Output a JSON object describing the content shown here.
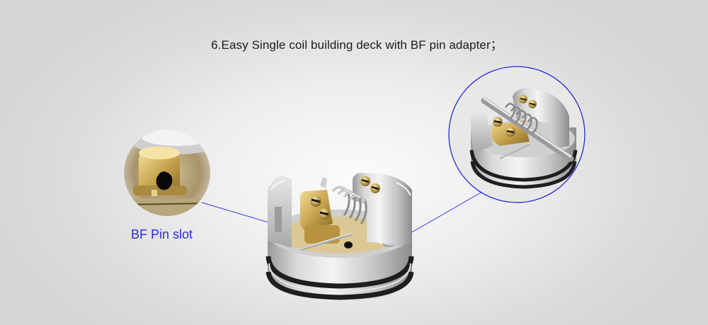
{
  "caption": {
    "text": "6.Easy Single coil building deck with BF pin adapter；"
  },
  "callouts": {
    "left_label": "BF Pin slot",
    "line_color": "#5a5ae8",
    "circle_stroke": "#2a2ad8"
  },
  "images": {
    "left_inset": "bf-pin-slot-closeup",
    "right_inset": "single-coil-deck-with-wick-rod",
    "main": "rda-deck-with-single-coil"
  },
  "colors": {
    "background_center": "#fbfbfb",
    "background_edge": "#d6d6d6",
    "caption_text": "#1c1c1c",
    "label_text": "#2a2ad8"
  }
}
